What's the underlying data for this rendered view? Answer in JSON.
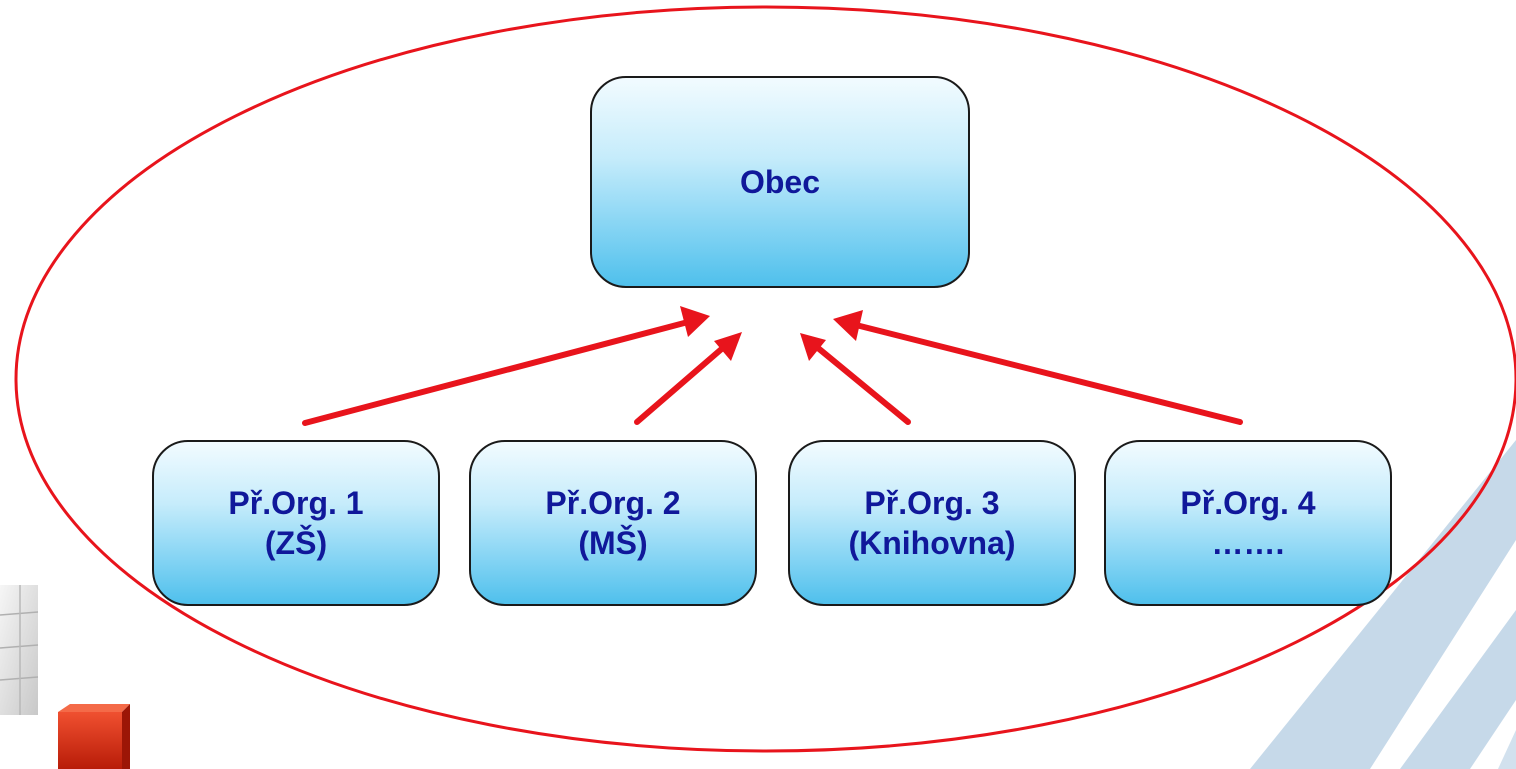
{
  "diagram": {
    "root": {
      "label": "Obec"
    },
    "children": [
      {
        "line1": "Př.Org. 1",
        "line2": "(ZŠ)"
      },
      {
        "line1": "Př.Org. 2",
        "line2": "(MŠ)"
      },
      {
        "line1": "Př.Org. 3",
        "line2": "(Knihovna)"
      },
      {
        "line1": "Př.Org. 4",
        "line2": "……."
      }
    ],
    "arrow_direction": "children-to-root"
  },
  "colors": {
    "accent_red": "#e8141c",
    "node_text": "#10189a",
    "node_fill_top": "#f2fbff",
    "node_fill_bottom": "#4fc0ec",
    "background_stripes": "#bcd3e6",
    "cube_light": "#e4e4e4",
    "cube_red": "#d42a10"
  }
}
